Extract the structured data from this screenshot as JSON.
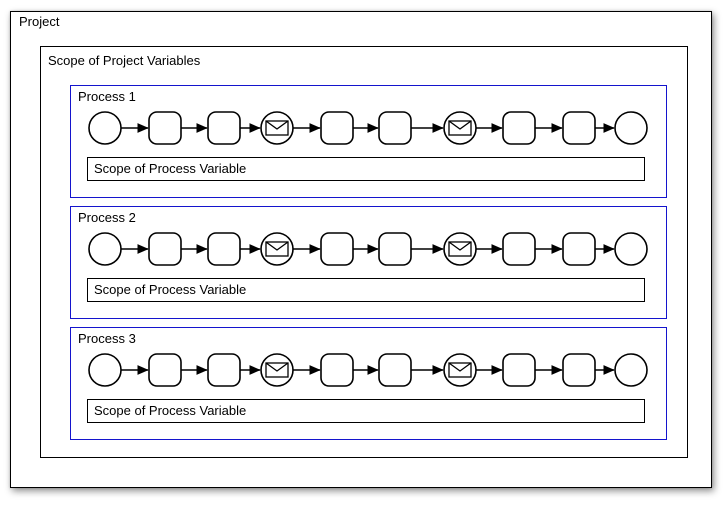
{
  "diagram": {
    "kind": "bpmn-scope-diagram",
    "project_label": "Project",
    "project_scope_label": "Scope of Project Variables",
    "process_scope_label": "Scope of Process Variable",
    "processes": [
      {
        "label": "Process 1"
      },
      {
        "label": "Process 2"
      },
      {
        "label": "Process 3"
      }
    ],
    "flow_nodes": [
      "start-event",
      "task",
      "task",
      "message-event",
      "task",
      "task",
      "message-event",
      "task",
      "task",
      "end-event"
    ],
    "colors": {
      "process_border": "#1414cd",
      "outline": "#000000",
      "background": "#ffffff"
    }
  }
}
